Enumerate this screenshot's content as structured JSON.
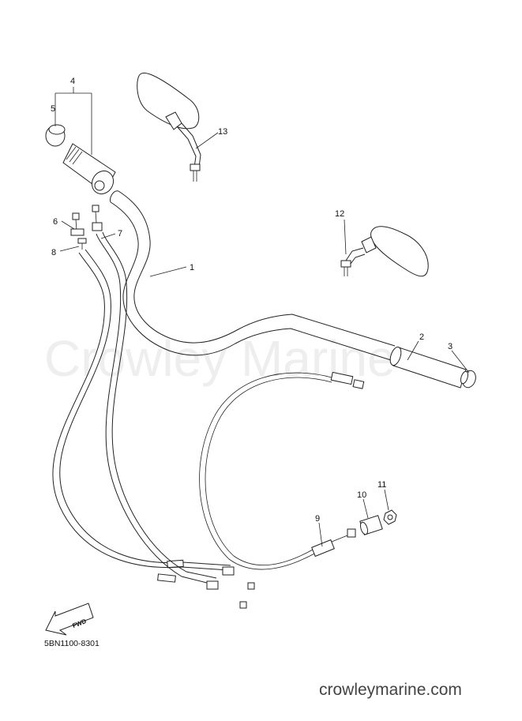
{
  "watermark": "Crowley Marine",
  "site_url": "crowleymarine.com",
  "drawing_code": "5BN1100-8301",
  "fwd_label": "FWD",
  "part_labels": {
    "p1": "1",
    "p2": "2",
    "p3": "3",
    "p4": "4",
    "p5": "5",
    "p6": "6",
    "p7": "7",
    "p8": "8",
    "p9": "9",
    "p10": "10",
    "p11": "11",
    "p12": "12",
    "p13": "13"
  }
}
